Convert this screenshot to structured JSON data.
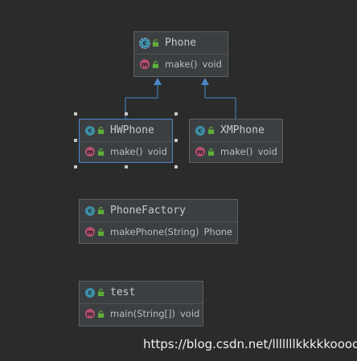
{
  "classes": {
    "phone": {
      "name": "Phone",
      "method": "make()",
      "type": "void"
    },
    "hwphone": {
      "name": "HWPhone",
      "method": "make()",
      "type": "void"
    },
    "xmphone": {
      "name": "XMPhone",
      "method": "make()",
      "type": "void"
    },
    "phonefactory": {
      "name": "PhoneFactory",
      "method": "makePhone(String)",
      "type": "Phone"
    },
    "test": {
      "name": "test",
      "method": "main(String[])",
      "type": "void"
    }
  },
  "badges": {
    "class": "c",
    "method": "m"
  },
  "icons": {
    "class": "class-icon",
    "method": "method-icon",
    "visibility": "public-lock-icon"
  },
  "colors": {
    "background": "#2b2b2b",
    "edge": "#4a88c7",
    "class_badge": "#3d8fa6",
    "method_badge": "#b5506f",
    "lock": "#5fae3a"
  },
  "watermark": "https://blog.csdn.net/lllllllkkkkkooooo"
}
